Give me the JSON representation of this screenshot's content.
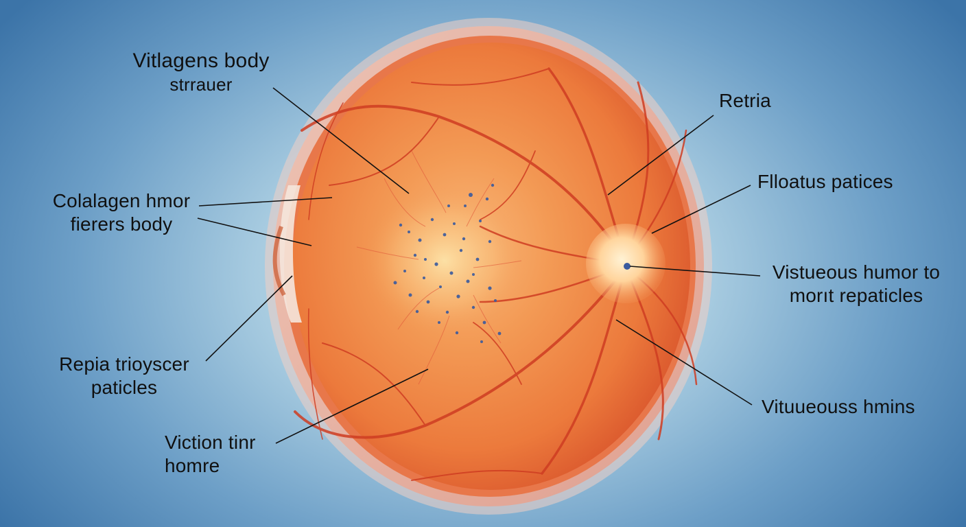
{
  "labels": {
    "vitreous_body_structure": {
      "line1": "Vitlagens body",
      "line2": "strrauer"
    },
    "retina": "Retria",
    "collagen_fibers": {
      "line1": "Colalagen hmor",
      "line2": "fierers body"
    },
    "floaters": "Flloatus patices",
    "vitreous_humor_particles": {
      "line1": "Vistueous humor to",
      "line2": "morıt repaticles"
    },
    "repia_particles": {
      "line1": "Repia trioyscer",
      "line2": "paticles"
    },
    "vitreous_hmins": "Vituueouss hmins",
    "viction_homre": {
      "line1": "Viction tinr",
      "line2": "homre"
    }
  },
  "colors": {
    "background_center": "#cfe4f0",
    "background_edge": "#3c74a8",
    "eye_center": "#f7a25a",
    "eye_edge": "#e0552c",
    "optic_disc": "#ffd9a0",
    "vessel": "#cf3d22",
    "particle": "#3a5a9e",
    "leader_line": "#111111"
  },
  "icons": [
    "eyeball-cross-section",
    "optic-disc",
    "blood-vessels",
    "floater-particles"
  ]
}
